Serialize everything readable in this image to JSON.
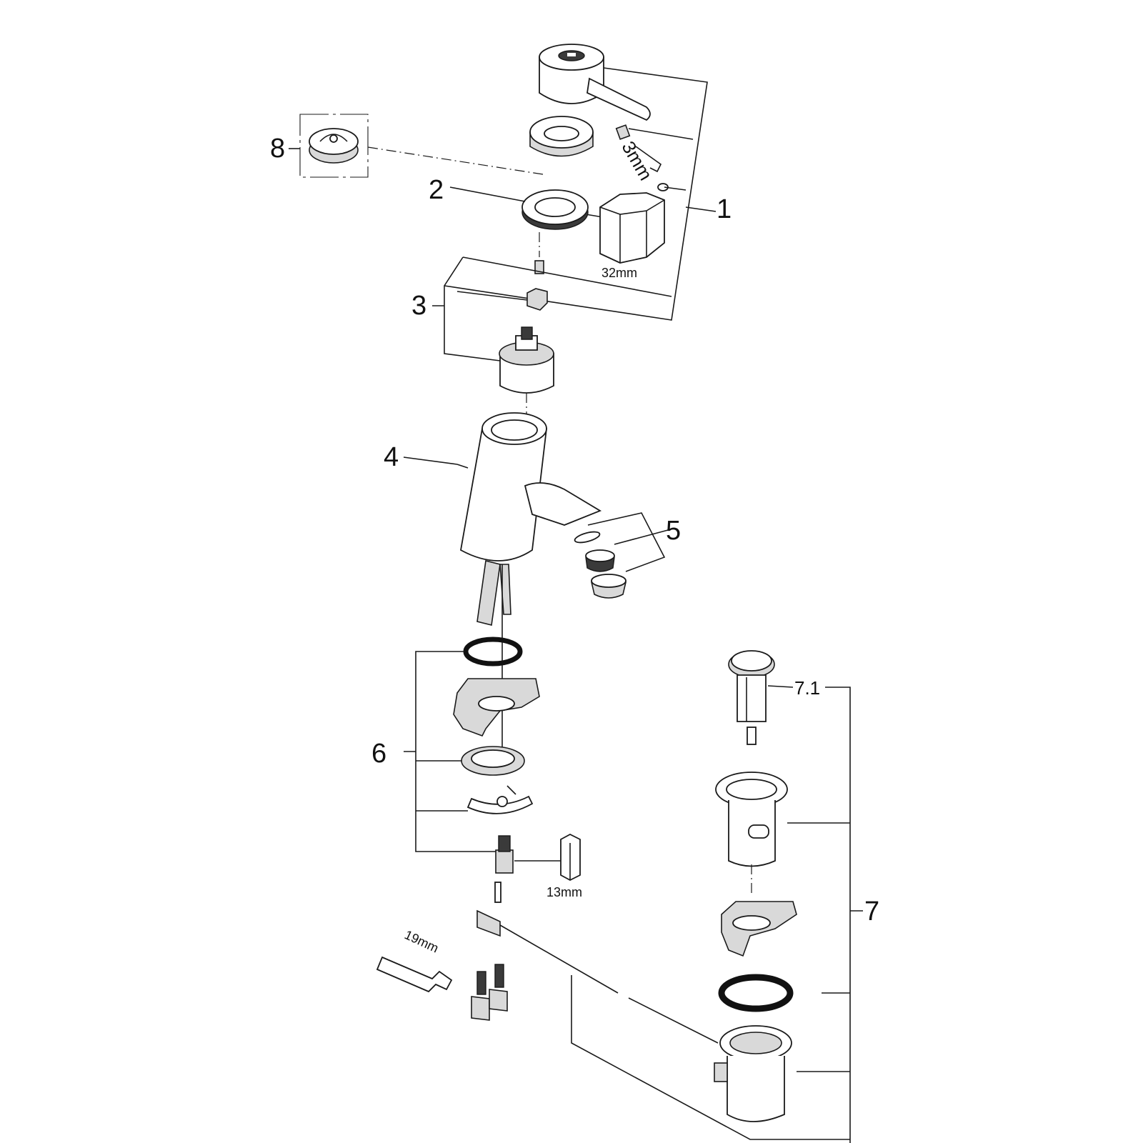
{
  "callouts": {
    "c1": "1",
    "c2": "2",
    "c3": "3",
    "c4": "4",
    "c5": "5",
    "c6": "6",
    "c7": "7",
    "c7_1": "7.1",
    "c8": "8"
  },
  "tool_sizes": {
    "hex_key": "3mm",
    "socket_large": "32mm",
    "socket_small": "13mm",
    "spanner": "19mm"
  },
  "colors": {
    "line": "#1a1a1a",
    "shade": "#d9d9d9",
    "background": "#ffffff"
  }
}
